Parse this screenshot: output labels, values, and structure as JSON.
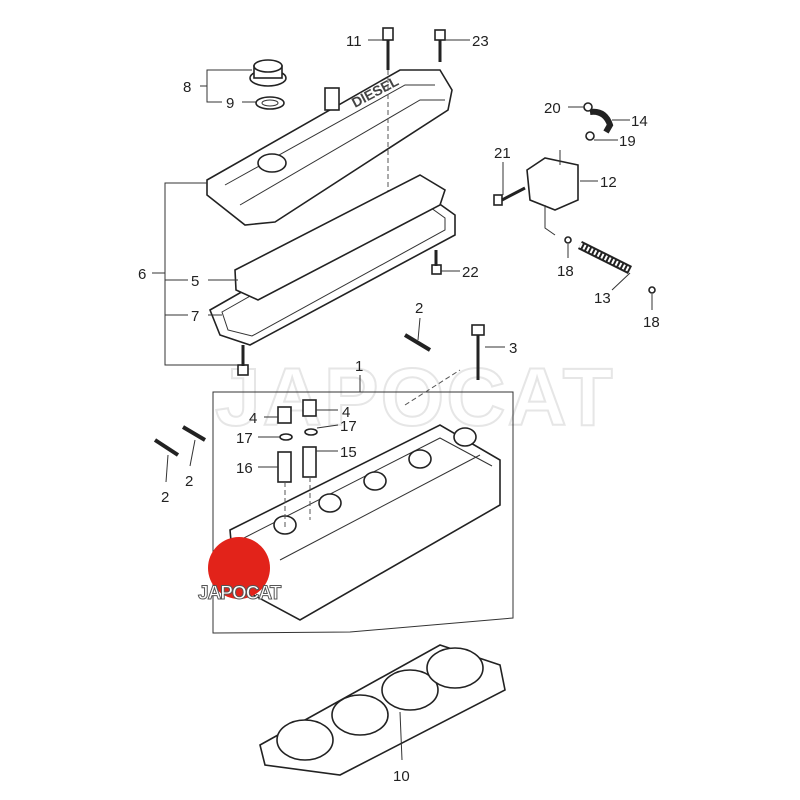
{
  "watermark": "JAPOCAT",
  "logo": {
    "text": "JAPOCAT",
    "color": "#e2231a"
  },
  "cover_text": "DIESEL",
  "callouts": {
    "c11": "11",
    "c23": "23",
    "c8": "8",
    "c9": "9",
    "c20": "20",
    "c14": "14",
    "c19": "19",
    "c21": "21",
    "c12": "12",
    "c18a": "18",
    "c13": "13",
    "c18b": "18",
    "c6": "6",
    "c5": "5",
    "c7": "7",
    "c22": "22",
    "c2a": "2",
    "c3": "3",
    "c1": "1",
    "c4a": "4",
    "c4b": "4",
    "c17a": "17",
    "c17b": "17",
    "c16": "16",
    "c15": "15",
    "c2b": "2",
    "c2c": "2",
    "c10": "10"
  }
}
